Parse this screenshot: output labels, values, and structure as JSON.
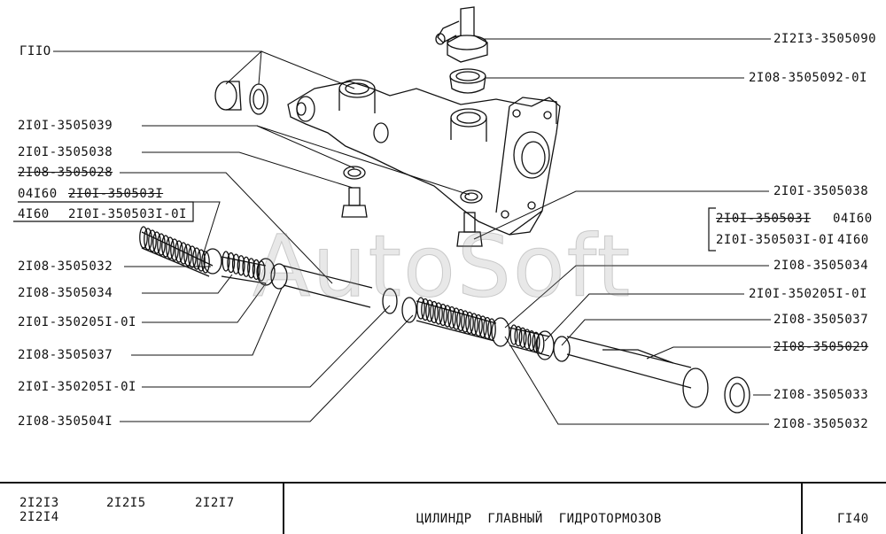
{
  "labels": {
    "g110": "ГIIО",
    "p090": "2I2I3-3505090",
    "p092": "2I08-3505092-0I",
    "p039": "2I0I-3505039",
    "p038l": "2I0I-3505038",
    "p028": "2I08-3505028",
    "grp_left_1_code": "04I60",
    "grp_left_1_part": "2I0I-350503I",
    "grp_left_2_code": "4I60",
    "grp_left_2_part": "2I0I-350503I-0I",
    "p032l": "2I08-3505032",
    "p034l": "2I08-3505034",
    "p0205l1": "2I0I-350205I-0I",
    "p037l": "2I08-3505037",
    "p0205l2": "2I0I-350205I-0I",
    "p041": "2I08-350504I",
    "p038r": "2I0I-3505038",
    "grp_right_1_part": "2I0I-350503I",
    "grp_right_1_code": "04I60",
    "grp_right_2_part": "2I0I-350503I-0I",
    "grp_right_2_code": "4I60",
    "p034r": "2I08-3505034",
    "p0205r": "2I0I-350205I-0I",
    "p037r": "2I08-3505037",
    "p029": "2I08-3505029",
    "p033": "2I08-3505033",
    "p032r": "2I08-3505032"
  },
  "footer": {
    "models_1": "2I2I3",
    "models_2": "2I2I4",
    "models_3": "2I2I5",
    "models_4": "2I2I7",
    "title": "ЦИЛИНДР  ГЛАВНЫЙ  ГИДРОТОРМОЗОВ",
    "page": "ГI40"
  },
  "watermark": "AutoSoft"
}
